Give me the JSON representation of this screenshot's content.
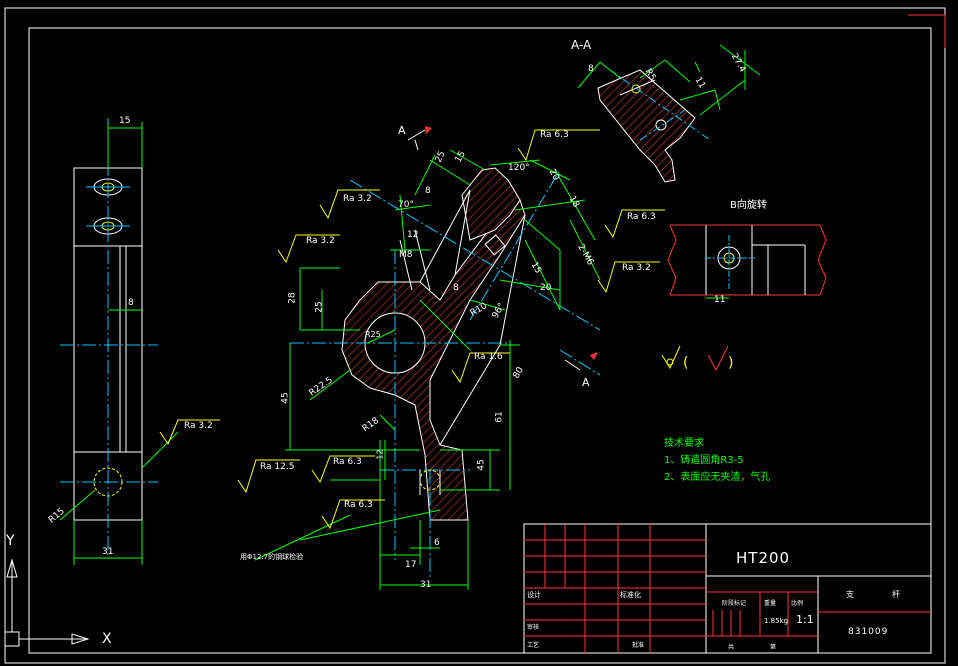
{
  "section_label": "A-A",
  "view_b_label": "B向旋转",
  "view_marker_a": "A",
  "axis": {
    "x": "X",
    "y": "Y"
  },
  "roughness": [
    "Ra 6.3",
    "Ra 3.2",
    "Ra 3.2",
    "Ra 6.3",
    "Ra 3.2",
    "Ra 1.6",
    "Ra 3.2",
    "Ra 12.5",
    "Ra 6.3",
    "Ra 6.3"
  ],
  "dimensions": {
    "side_width": "15",
    "side_thk": "8",
    "side_radius": "R15",
    "side_bottom": "31",
    "d25a": "25",
    "d15": "15",
    "d120": "120°",
    "d8": "8",
    "d70": "70°",
    "d12": "12",
    "dM8": "M8",
    "d28": "28",
    "d25b": "25",
    "dR25": "R25",
    "dR10": "R10",
    "d8b": "8",
    "d96": "96°",
    "d20": "20",
    "d18": "18",
    "d2M6": "2-M6",
    "d15b": "15",
    "d20b": "20",
    "dR22": "R22.5",
    "d45": "45",
    "dR18": "R18",
    "d12b": "12",
    "d80": "80",
    "d61": "61",
    "d45b": "45",
    "d17": "17",
    "d6": "6",
    "d31": "31",
    "aa_8": "8",
    "aa_R5": "R5",
    "aa_11": "11",
    "aa_274": "27.4",
    "b_11": "11"
  },
  "hole_note": "用Φ12.7的钢球检验",
  "tech": {
    "title": "技术要求",
    "line1": "1、铸造圆角R3-5",
    "line2": "2、表面应无夹渣，气孔"
  },
  "title_block": {
    "material": "HT200",
    "design": "设计",
    "standard": "标准化",
    "check": "审核",
    "process": "工艺",
    "approve": "批准",
    "stage": "阶段标记",
    "weight_label": "重量",
    "scale_label": "比例",
    "weight": "1.85kg",
    "scale": "1:1",
    "sheet": "共",
    "sheet2": "第",
    "part_name1": "支",
    "part_name2": "杆",
    "drawing_no": "831009"
  }
}
